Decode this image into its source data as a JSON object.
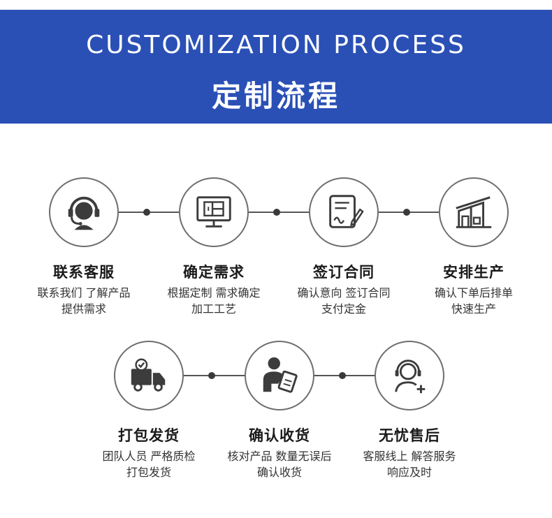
{
  "header": {
    "title_en": "CUSTOMIZATION PROCESS",
    "title_cn": "定制流程"
  },
  "steps_row1": [
    {
      "icon": "customer-service-headset-icon",
      "title": "联系客服",
      "line1": "联系我们 了解产品",
      "line2": "提供需求"
    },
    {
      "icon": "monitor-design-icon",
      "title": "确定需求",
      "line1": "根据定制 需求确定",
      "line2": "加工工艺"
    },
    {
      "icon": "contract-sign-icon",
      "title": "签订合同",
      "line1": "确认意向 签订合同",
      "line2": "支付定金"
    },
    {
      "icon": "factory-icon",
      "title": "安排生产",
      "line1": "确认下单后排单",
      "line2": "快速生产"
    }
  ],
  "steps_row2": [
    {
      "icon": "delivery-truck-icon",
      "title": "打包发货",
      "line1": "团队人员 严格质检",
      "line2": "打包发货"
    },
    {
      "icon": "person-receive-icon",
      "title": "确认收货",
      "line1": "核对产品 数量无误后",
      "line2": "确认收货"
    },
    {
      "icon": "support-agent-plus-icon",
      "title": "无忧售后",
      "line1": "客服线上 解答服务",
      "line2": "响应及时"
    }
  ],
  "colors": {
    "banner": "#2a50b6",
    "circle_border": "#6e6e6e",
    "icon": "#3c3c3c"
  }
}
